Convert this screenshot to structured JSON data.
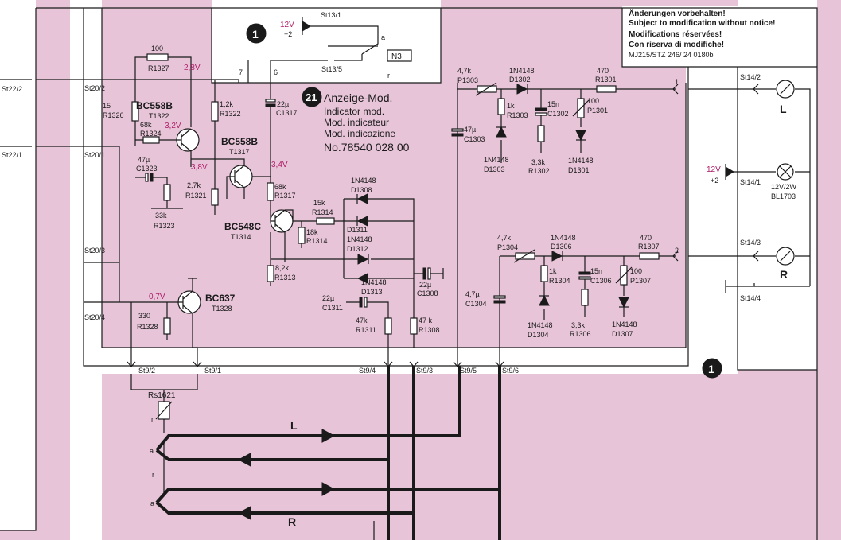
{
  "notice": {
    "lines": [
      "Änderungen vorbehalten!",
      "Subject to modification without notice!",
      "Modifications réservées!",
      "Con riserva di modifiche!"
    ],
    "code": "MJ215/STZ 246/ 24 0180b"
  },
  "module": {
    "number": "21",
    "title": "Anzeige-Mod.",
    "lines": [
      "Indicator mod.",
      "Mod. indicateur",
      "Mod. indicazione"
    ],
    "part_no": "No.78540 028 00"
  },
  "markers": {
    "circle1": "1",
    "circle2": "1"
  },
  "switch_box": {
    "supply": "12V",
    "supply_sign": "+2",
    "st_top": "St13/1",
    "st_bottom": "St13/5",
    "n3": "N3",
    "a": "a",
    "r": "r",
    "pin7": "7",
    "pin6": "6"
  },
  "connectors": {
    "st22_2": "St22/2",
    "st22_1": "St22/1",
    "st20_2": "St20/2",
    "st20_1": "St20/1",
    "st20_3": "St20/3",
    "st20_4": "St20/4",
    "st9_2": "St9/2",
    "st9_1": "St9/1",
    "st9_4": "St9/4",
    "st9_3": "St9/3",
    "st9_5": "St9/5",
    "st9_6": "St9/6",
    "st14_2": "St14/2",
    "st14_1": "St14/1",
    "st14_3": "St14/3",
    "st14_4": "St14/4",
    "node1": "1",
    "node2": "2"
  },
  "components": {
    "r1327": {
      "v": "100",
      "ref": "R1327"
    },
    "r1326": {
      "v": "15",
      "ref": "R1326"
    },
    "t1322": {
      "v": "BC558B",
      "ref": "T1322"
    },
    "r1322": {
      "v": "1,2k",
      "ref": "R1322"
    },
    "c1317": {
      "v": "22µ",
      "ref": "C1317"
    },
    "r1324": {
      "v": "68k",
      "ref": "R1324"
    },
    "t1317": {
      "v": "BC558B",
      "ref": "T1317"
    },
    "c1323": {
      "v": "47µ",
      "ref": "C1323"
    },
    "r1321": {
      "v": "2,7k",
      "ref": "R1321"
    },
    "r1317": {
      "v": "68k",
      "ref": "R1317"
    },
    "r1323": {
      "v": "33k",
      "ref": "R1323"
    },
    "t1314": {
      "v": "BC548C",
      "ref": "T1314"
    },
    "d1308": {
      "v": "1N4148",
      "ref": "D1308"
    },
    "r1314a": {
      "v": "15k",
      "ref": "R1314"
    },
    "r1314b": {
      "v": "18k",
      "ref": "R1314"
    },
    "d1311": {
      "v": "1N4148",
      "ref": "D1311"
    },
    "d1312": {
      "v": "",
      "ref": "D1312"
    },
    "r1313": {
      "v": "8,2k",
      "ref": "R1313"
    },
    "d1313": {
      "v": "1N4148",
      "ref": "D1313"
    },
    "c1308": {
      "v": "22µ",
      "ref": "C1308"
    },
    "c1311": {
      "v": "22µ",
      "ref": "C1311"
    },
    "r1311": {
      "v": "47k",
      "ref": "R1311"
    },
    "r1308": {
      "v": "47 k",
      "ref": "R1308"
    },
    "t1328": {
      "v": "BC637",
      "ref": "T1328"
    },
    "r1328": {
      "v": "330",
      "ref": "R1328"
    },
    "rs1621": {
      "ref": "Rs1621",
      "r": "r",
      "a1": "a",
      "a2": "a",
      "r2": "r"
    },
    "p1303": {
      "v": "4,7k",
      "ref": "P1303"
    },
    "d1302": {
      "v": "1N4148",
      "ref": "D1302"
    },
    "r1301": {
      "v": "470",
      "ref": "R1301"
    },
    "c1303": {
      "v": "47µ",
      "ref": "C1303"
    },
    "r1303": {
      "v": "1k",
      "ref": "R1303"
    },
    "c1302": {
      "v": "15n",
      "ref": "C1302"
    },
    "p1301": {
      "v": "100",
      "ref": "P1301"
    },
    "d1303": {
      "v": "1N4148",
      "ref": "D1303"
    },
    "r1302": {
      "v": "3,3k",
      "ref": "R1302"
    },
    "d1301": {
      "v": "1N4148",
      "ref": "D1301"
    },
    "p1304": {
      "v": "4,7k",
      "ref": "P1304"
    },
    "d1306": {
      "v": "1N4148",
      "ref": "D1306"
    },
    "r1307": {
      "v": "470",
      "ref": "R1307"
    },
    "c1304": {
      "v": "4,7µ",
      "ref": "C1304"
    },
    "r1304": {
      "v": "1k",
      "ref": "R1304"
    },
    "c1306": {
      "v": "15n",
      "ref": "C1306"
    },
    "p1307": {
      "v": "100",
      "ref": "P1307"
    },
    "d1304": {
      "v": "1N4148",
      "ref": "D1304"
    },
    "r1306": {
      "v": "3,3k",
      "ref": "R1306"
    },
    "d1307": {
      "v": "1N4148",
      "ref": "D1307"
    }
  },
  "voltages": {
    "v28": "2,8V",
    "v32": "3,2V",
    "v38": "3,8V",
    "v34": "3,4V",
    "v07": "0,7V"
  },
  "indicators": {
    "meter_l": "L",
    "meter_r": "R",
    "lamp_supply": "12V",
    "lamp_sign": "+2",
    "lamp_rating": "12V/2W",
    "lamp_ref": "BL1703"
  },
  "buses": {
    "l": "L",
    "r": "R"
  },
  "colors": {
    "sheet_pink": "#e7c4d8",
    "paper": "#ffffff",
    "ink": "#1a1a1a",
    "voltage": "#b0206a"
  }
}
